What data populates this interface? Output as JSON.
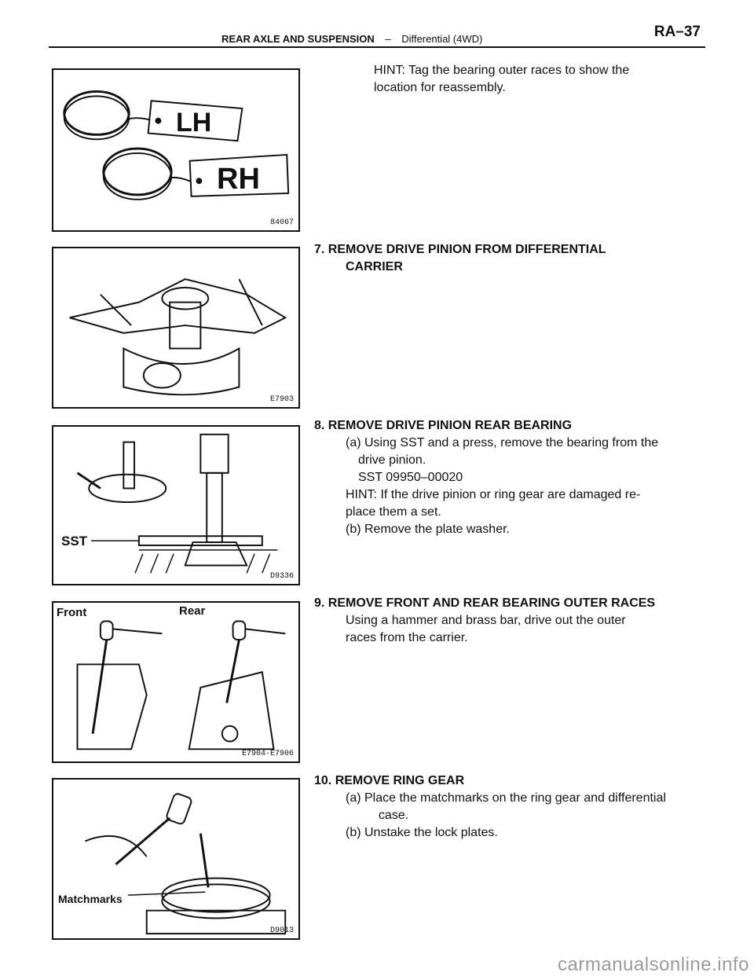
{
  "header": {
    "section": "REAR AXLE AND SUSPENSION",
    "separator": "–",
    "subsection": "Differential (4WD)",
    "page": "RA–37"
  },
  "figures": [
    {
      "code": "84067",
      "labels": {
        "lh": "LH",
        "rh": "RH"
      }
    },
    {
      "code": "E7903"
    },
    {
      "code": "D9336",
      "labels": {
        "sst": "SST"
      }
    },
    {
      "code": "E7904·E7906",
      "labels": {
        "front": "Front",
        "rear": "Rear"
      }
    },
    {
      "code": "D9013",
      "labels": {
        "matchmarks": "Matchmarks"
      }
    }
  ],
  "blocks": {
    "hint_tag": "HINT: Tag the bearing outer races to show the location for reassembly.",
    "step7": {
      "title": "7. REMOVE DRIVE PINION FROM DIFFERENTIAL",
      "title_cont": "CARRIER"
    },
    "step8": {
      "title": "8. REMOVE DRIVE PINION REAR BEARING",
      "a": "(a) Using SST and a press, remove the bearing from the",
      "a_cont": "drive pinion.",
      "sst": "SST  09950–00020",
      "hint1": "HINT: If the drive pinion or ring gear are damaged re-",
      "hint2": "place them a set.",
      "b": "(b) Remove the plate washer."
    },
    "step9": {
      "title": "9. REMOVE FRONT AND REAR BEARING OUTER RACES",
      "line1": "Using a hammer and brass bar, drive out the outer",
      "line2": "races from the carrier."
    },
    "step10": {
      "title": "10. REMOVE RING GEAR",
      "a": "(a) Place the matchmarks on the ring gear and differential",
      "a_cont": "case.",
      "b": "(b) Unstake the lock plates."
    }
  },
  "watermark": "carmanualsonline.info"
}
